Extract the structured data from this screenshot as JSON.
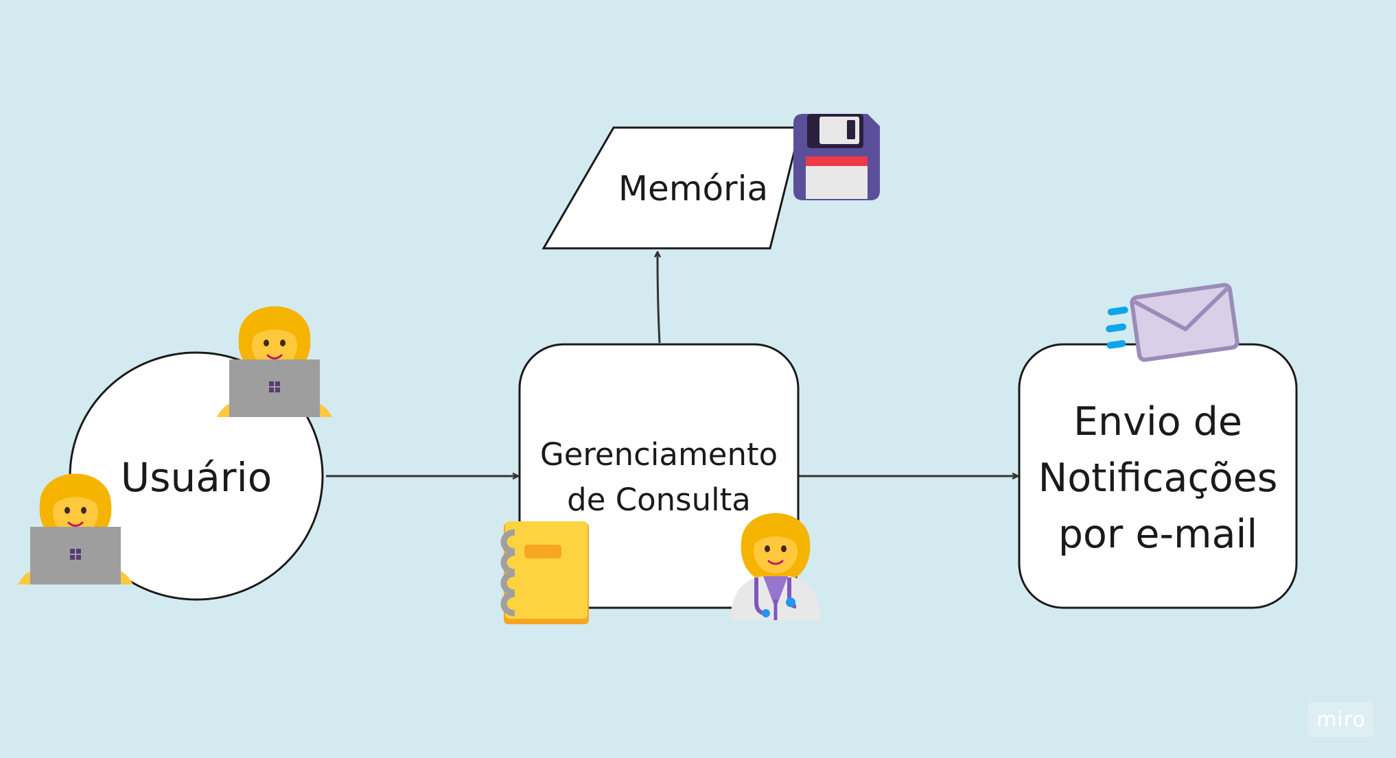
{
  "nodes": {
    "usuario": {
      "label": "Usuário"
    },
    "gerenciamento": {
      "line1": "Gerenciamento",
      "line2": "de Consulta"
    },
    "memoria": {
      "label": "Memória"
    },
    "envio": {
      "line1": "Envio de",
      "line2": "Notificações",
      "line3": "por e-mail"
    }
  },
  "icons": {
    "usuario_top": "woman-technologist-icon",
    "usuario_bottom": "woman-technologist-icon",
    "memoria": "floppy-disk-icon",
    "gerenciamento_left": "notebook-icon",
    "gerenciamento_right": "woman-health-worker-icon",
    "envio": "incoming-envelope-icon"
  },
  "edges": [
    {
      "from": "usuario",
      "to": "gerenciamento"
    },
    {
      "from": "gerenciamento",
      "to": "memoria"
    },
    {
      "from": "gerenciamento",
      "to": "envio"
    }
  ],
  "watermark": "miro",
  "colors": {
    "background": "#d3eaf0",
    "node_fill": "#ffffff",
    "stroke": "#1a1a1a",
    "edge": "#333333"
  }
}
